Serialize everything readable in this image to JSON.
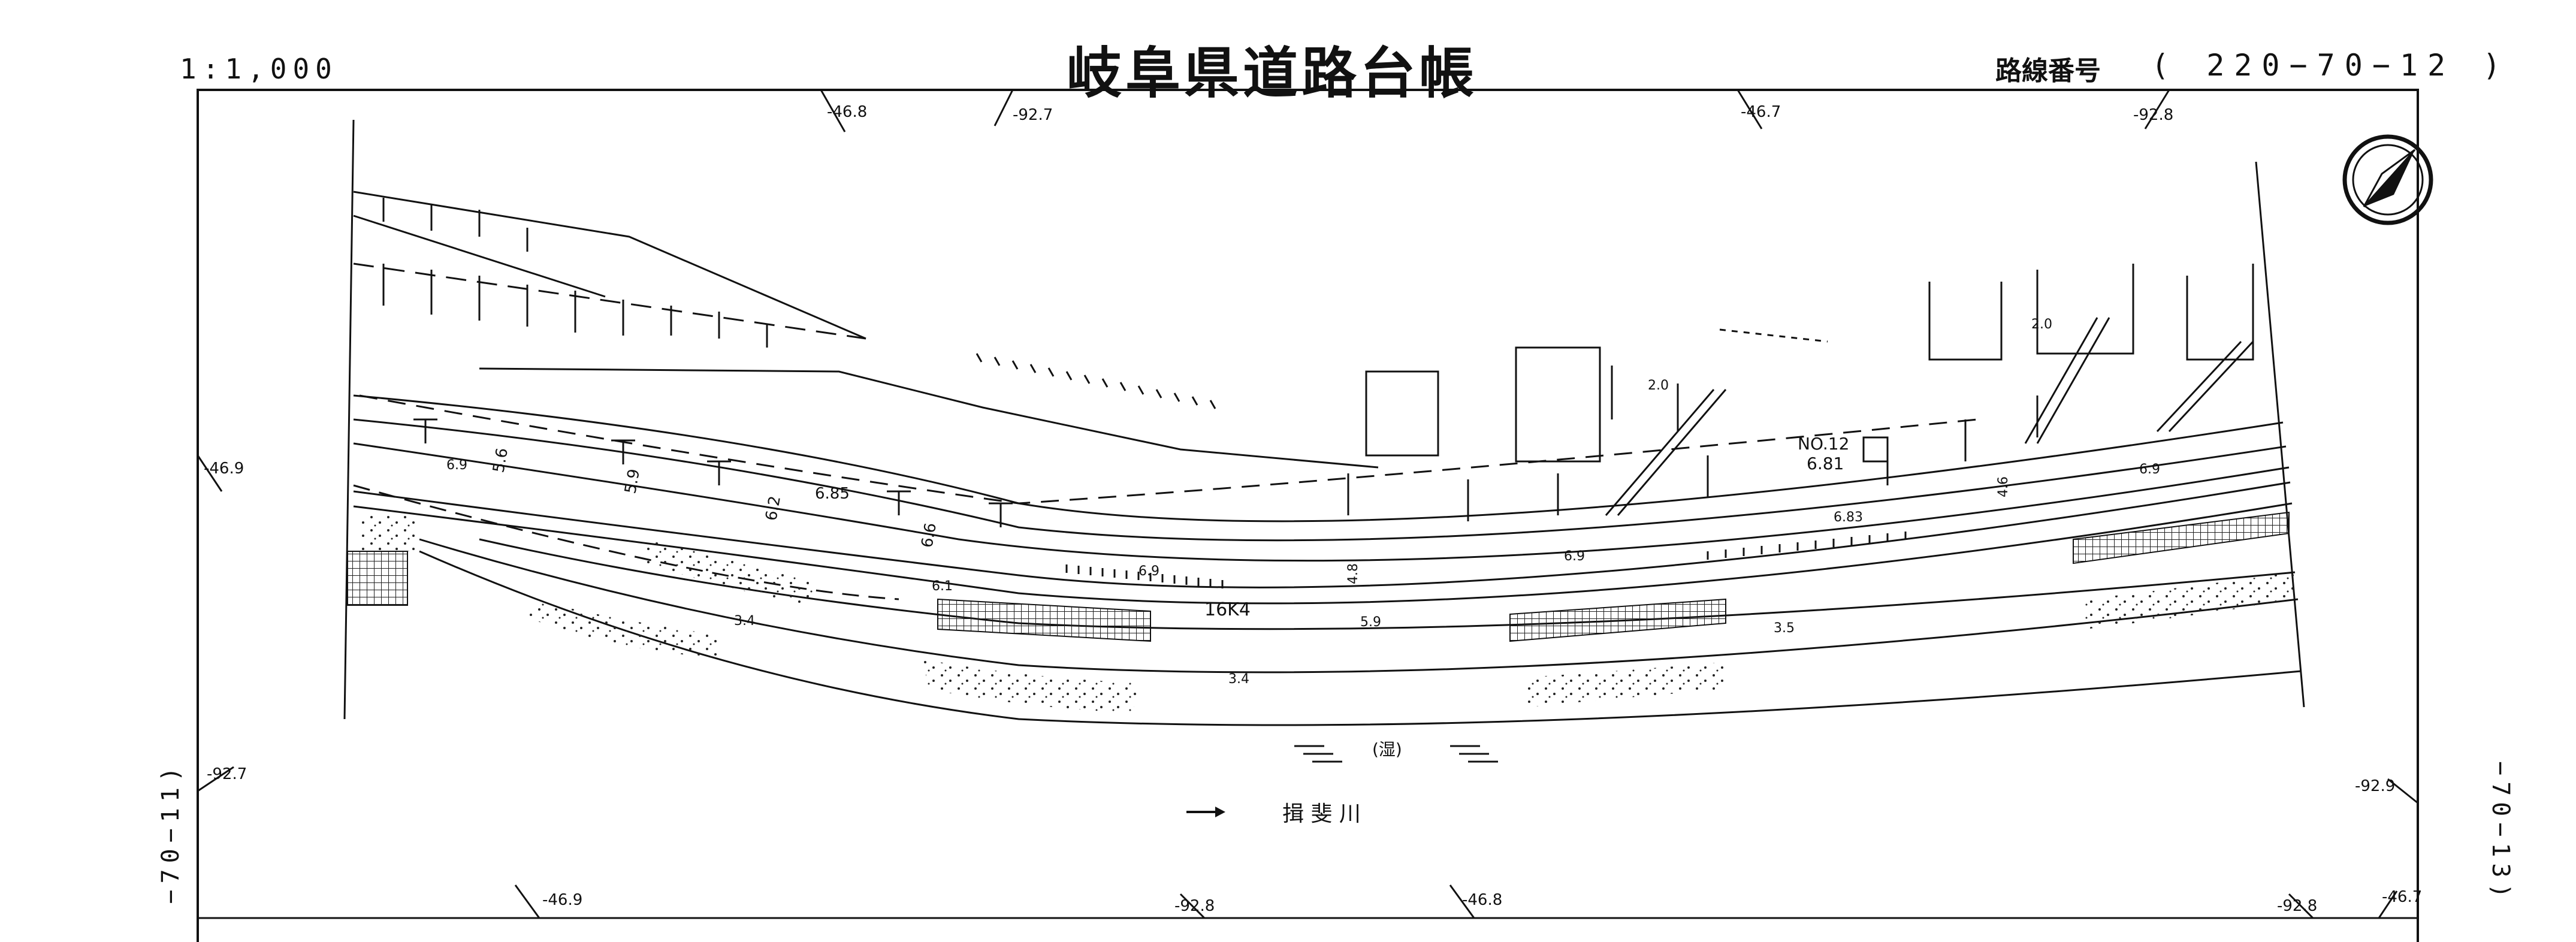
{
  "header": {
    "scale": "1:1,000",
    "title": "岐阜県道路台帳",
    "route_label": "路線番号",
    "route_number": "( 220−70−12 )"
  },
  "adjacent_sheets": {
    "previous": "−70−11)",
    "next": "−70−13)"
  },
  "map": {
    "north_arrow_icon": "north-arrow-icon",
    "station_label": "NO.12",
    "station_value": "6.81",
    "kilometer_post": "16K4",
    "river_name": "揖 斐 川",
    "wetland_label": "(湿)",
    "river_direction_icon": "flow-arrow-icon",
    "elevations": [
      "6.9",
      "5.6",
      "5.9",
      "6.2",
      "6.85",
      "6.6",
      "6.1",
      "6.9",
      "6.9",
      "6.83",
      "6.9",
      "3.4",
      "3.4",
      "3.5",
      "5.9",
      "4.8",
      "4.6",
      "2.0",
      "2.0"
    ],
    "grid_labels": [
      "-46.8",
      "-92.7",
      "-46.7",
      "-92.8",
      "-46.9",
      "-92.7",
      "-92.9",
      "-46.9",
      "-92.8",
      "-46.8",
      "-92.8",
      "-46.7"
    ]
  }
}
